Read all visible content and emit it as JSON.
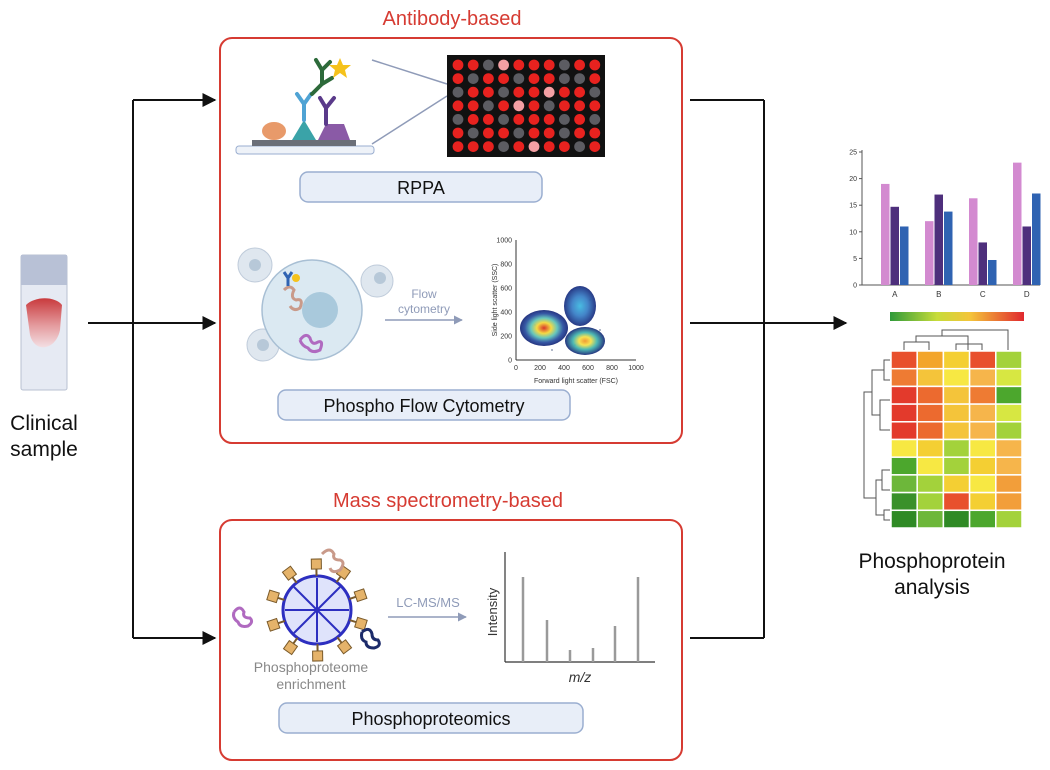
{
  "colors": {
    "accent_red": "#d63b32",
    "box_fill": "#e8eef8",
    "box_stroke": "#9aaed0",
    "arrow": "#111111",
    "bar_pink": "#d38ad0",
    "bar_purple": "#4e2f7c",
    "bar_blue": "#2f63b2"
  },
  "sample": {
    "label_line1": "Clinical",
    "label_line2": "sample"
  },
  "antibody_section": {
    "title": "Antibody-based",
    "rppa_label": "RPPA",
    "flow_arrow_line1": "Flow",
    "flow_arrow_line2": "cytometry",
    "flow_label": "Phospho Flow Cytometry",
    "scatter": {
      "y_axis_title": "Side light scatter (SSC)",
      "x_axis_title": "Forward light scatter (FSC)",
      "x_ticks": [
        "0",
        "200",
        "400",
        "600",
        "800",
        "1000"
      ],
      "y_ticks": [
        "0",
        "200",
        "400",
        "600",
        "800",
        "1000"
      ]
    }
  },
  "ms_section": {
    "title": "Mass spectrometry-based",
    "enrichment_line1": "Phosphoproteome",
    "enrichment_line2": "enrichment",
    "lcms_label": "LC-MS/MS",
    "spectrum_y": "Intensity",
    "spectrum_x": "m/z",
    "spectrum_peaks": [
      0.85,
      0.42,
      0.12,
      0.14,
      0.36,
      0.85
    ],
    "label": "Phosphoproteomics"
  },
  "output": {
    "label_line1": "Phosphoprotein",
    "label_line2": "analysis"
  },
  "chart_data": {
    "type": "bar",
    "categories": [
      "A",
      "B",
      "C",
      "D"
    ],
    "series": [
      {
        "values": [
          19,
          12,
          16.3,
          23
        ]
      },
      {
        "values": [
          14.7,
          17,
          8,
          11
        ]
      },
      {
        "values": [
          11,
          13.8,
          4.7,
          17.2
        ]
      }
    ],
    "y_ticks": [
      "0",
      "5",
      "10",
      "15",
      "20",
      "25"
    ],
    "ylim": [
      0,
      25
    ],
    "grid": false
  },
  "rppa_array": [
    [
      "r",
      "r",
      "g",
      "p",
      "r",
      "r",
      "r",
      "g",
      "r",
      "r"
    ],
    [
      "r",
      "g",
      "r",
      "r",
      "g",
      "r",
      "r",
      "g",
      "g",
      "r"
    ],
    [
      "g",
      "r",
      "r",
      "g",
      "r",
      "r",
      "p",
      "r",
      "r",
      "g"
    ],
    [
      "r",
      "r",
      "g",
      "r",
      "p",
      "r",
      "g",
      "r",
      "r",
      "r"
    ],
    [
      "g",
      "r",
      "r",
      "g",
      "r",
      "r",
      "r",
      "g",
      "r",
      "g"
    ],
    [
      "r",
      "g",
      "r",
      "r",
      "g",
      "r",
      "r",
      "g",
      "r",
      "r"
    ],
    [
      "r",
      "r",
      "r",
      "g",
      "r",
      "p",
      "r",
      "r",
      "g",
      "r"
    ]
  ],
  "heatmap": [
    [
      "#e8502d",
      "#f3a52b",
      "#f4cf33",
      "#e8502d",
      "#a3d23b"
    ],
    [
      "#ee7b33",
      "#f4c43a",
      "#f7e843",
      "#f6b54b",
      "#d7e742"
    ],
    [
      "#e33a2c",
      "#ec6a2f",
      "#f4c43a",
      "#ee7b33",
      "#4ca72d"
    ],
    [
      "#e33a2c",
      "#ec6a2f",
      "#f4c43a",
      "#f6b54b",
      "#d7e742"
    ],
    [
      "#e33a2c",
      "#ec6a2f",
      "#f4c43a",
      "#f6b54b",
      "#a3d23b"
    ],
    [
      "#f7e843",
      "#f4cf33",
      "#a3d23b",
      "#f7e843",
      "#f6b54b"
    ],
    [
      "#4ca72d",
      "#f7e843",
      "#a3d23b",
      "#f4cf33",
      "#f6b54b"
    ],
    [
      "#6db73a",
      "#a3d23b",
      "#f4cf33",
      "#f7e843",
      "#f29e3a"
    ],
    [
      "#3a912a",
      "#a3d23b",
      "#e8502d",
      "#f4cf33",
      "#f29e3a"
    ],
    [
      "#2f8a25",
      "#6db73a",
      "#2f8a25",
      "#4ca72d",
      "#a3d23b"
    ]
  ]
}
